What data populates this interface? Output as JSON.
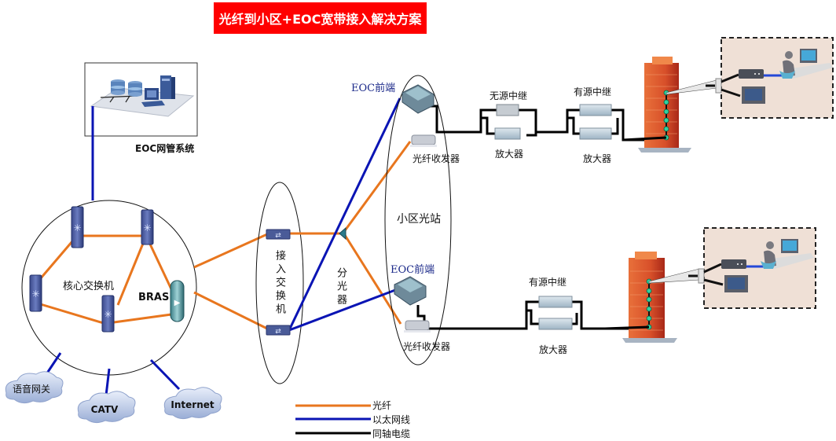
{
  "title": "光纤到小区+EOC宽带接入解决方案",
  "management": {
    "label": "EOC网管系统"
  },
  "core": {
    "label": "核心交换机",
    "bras_label": "BRAS"
  },
  "clouds": [
    {
      "label": "语音网关"
    },
    {
      "label": "CATV"
    },
    {
      "label": "Internet"
    }
  ],
  "access": {
    "label": "接入交换机",
    "splitter_label": "分光器"
  },
  "station": {
    "label": "小区光站"
  },
  "branch_top": {
    "eoc_label": "EOC前端",
    "transceiver_label": "光纤收发器",
    "passive_repeater_label": "无源中继",
    "amp1_label": "放大器",
    "active_repeater_label": "有源中继",
    "amp2_label": "放大器"
  },
  "branch_bottom": {
    "eoc_label": "EOC前端",
    "transceiver_label": "光纤收发器",
    "active_repeater_label": "有源中继",
    "amp_label": "放大器"
  },
  "legend": [
    {
      "label": "光纤",
      "color": "#e8761e"
    },
    {
      "label": "以太网线",
      "color": "#0a14b4"
    },
    {
      "label": "同轴电缆",
      "color": "#000000"
    }
  ],
  "colors": {
    "title_bg": "#ff0000",
    "fiber": "#e8761e",
    "ethernet": "#0a14b4",
    "coax": "#000000",
    "home_bg": "#efe0d6",
    "building": "#d84a1e"
  }
}
